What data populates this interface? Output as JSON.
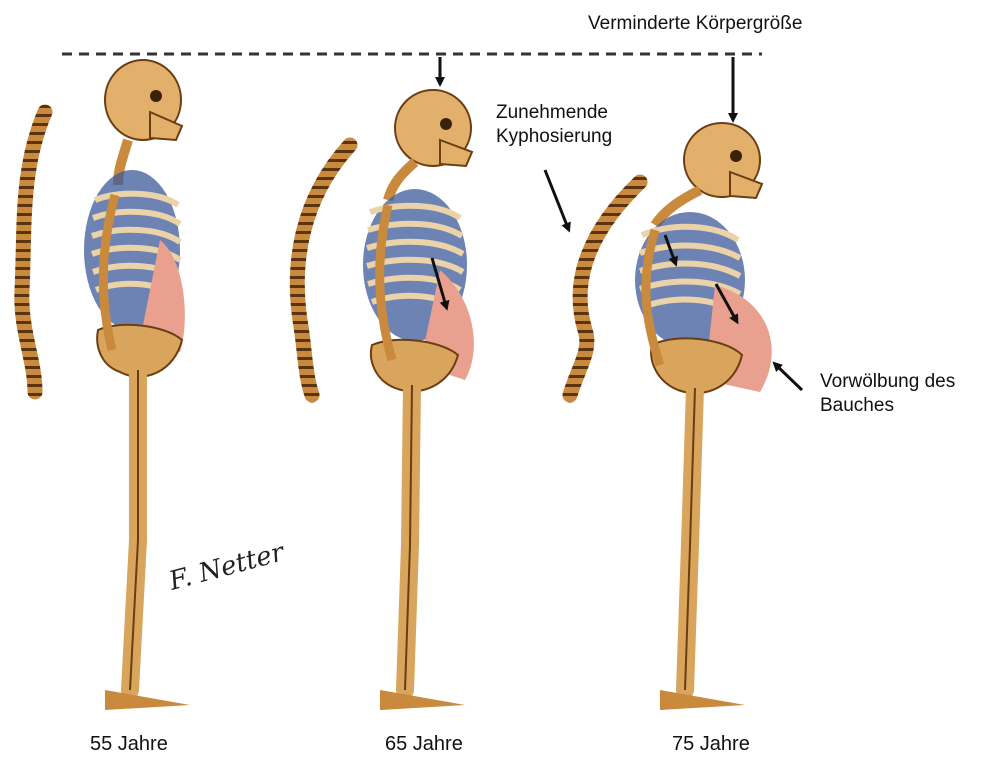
{
  "title": "Verminderte Körpergröße",
  "annotations": {
    "kyphosis": [
      "Zunehmende",
      "Kyphosierung"
    ],
    "belly": [
      "Vorwölbung des",
      "Bauches"
    ]
  },
  "figures": [
    {
      "age_label": "55 Jahre"
    },
    {
      "age_label": "65 Jahre"
    },
    {
      "age_label": "75 Jahre"
    }
  ],
  "colors": {
    "bone": "#d9a55c",
    "bone_dark": "#6b3d12",
    "rib_shadow": "#3c5a9a",
    "abdomen": "#e9a08e",
    "arrow": "#111111",
    "dashed_line": "#333333"
  }
}
